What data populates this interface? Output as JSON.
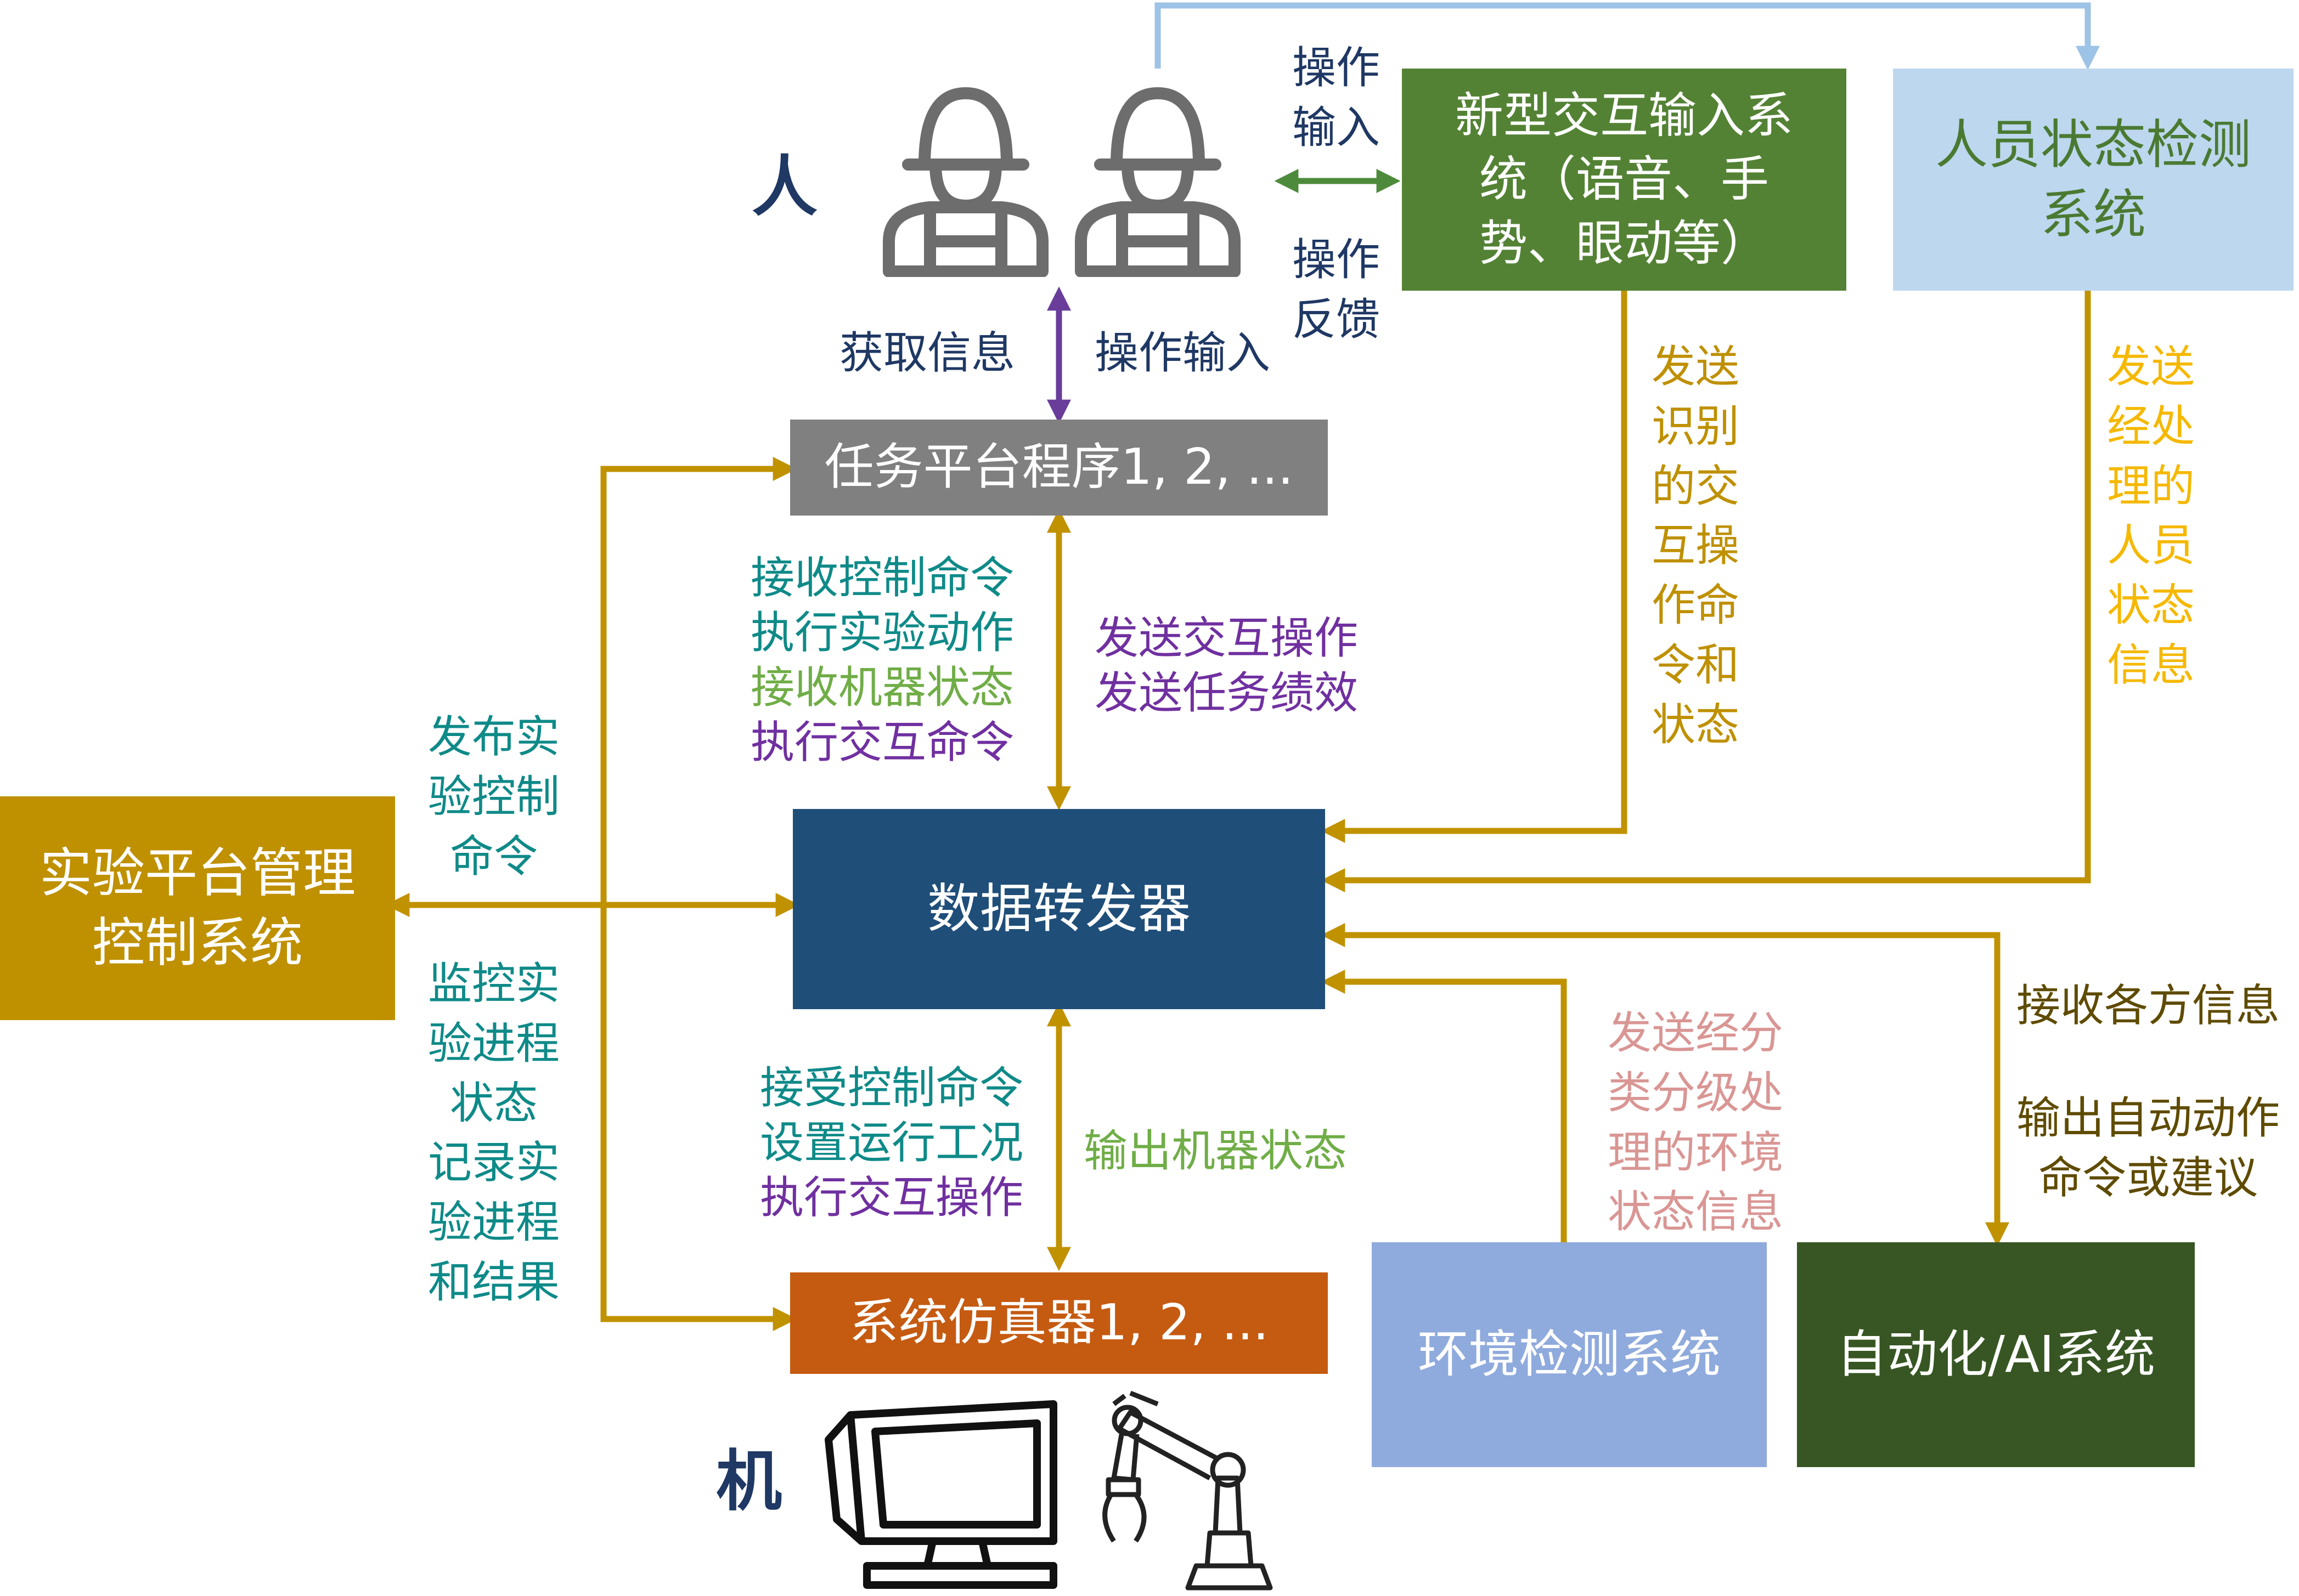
{
  "colors": {
    "arrow_gold": "#c09200",
    "arrow_purple": "#6a3d9a",
    "arrow_green": "#4e8a3b",
    "arrow_blue": "#9dc3e6",
    "task_box": "#808080",
    "forwarder_box": "#1f4e79",
    "simulator_box": "#c55a11",
    "mgmt_box": "#bf9000",
    "interaction_box": "#548235",
    "person_state_box": "#bdd7ee",
    "env_box": "#8faadc",
    "ai_box": "#375623"
  },
  "icons": [
    "operator-icon",
    "operator-icon",
    "monitor-icon",
    "robot-arm-icon"
  ],
  "labels": {
    "human": "人",
    "machine": "机"
  },
  "nodes": {
    "task_platform": "任务平台程序1, 2, ...",
    "data_forwarder": "数据转发器",
    "simulator": "系统仿真器1, 2, ...",
    "management": "实验平台管理\n控制系统",
    "interaction_input": "新型交互输入系\n统（语音、手\n势、眼动等）",
    "person_state": "人员状态检测\n系统",
    "env_detect": "环境检测系统",
    "automation_ai": "自动化/AI系统"
  },
  "edge_labels": {
    "op_input_top": "操作\n输入",
    "op_feedback": "操作\n反馈",
    "get_info": "获取信息",
    "op_input": "操作输入",
    "recv_control_cmd": "接收控制命令",
    "exec_exp_action": "执行实验动作",
    "recv_machine_state": "接收机器状态",
    "exec_interaction_cmd": "执行交互命令",
    "send_interaction_op": "发送交互操作",
    "send_task_perf": "发送任务绩效",
    "publish_control": "发布实\n验控制\n命令",
    "monitor_record": "监控实\n验进程\n状态\n记录实\n验进程\n和结果",
    "accept_control_cmd": "接受控制命令",
    "set_conditions": "设置运行工况",
    "exec_interaction_op": "执行交互操作",
    "output_machine_state": "输出机器状态",
    "send_recognized": "发送\n识别\n的交\n互操\n作命\n令和\n状态",
    "send_person_state": "发送\n经处\n理的\n人员\n状态\n信息",
    "send_env_state": "发送经分\n类分级处\n理的环境\n状态信息",
    "recv_all_info": "接收各方信息",
    "output_auto_cmd": "输出自动动作\n命令或建议"
  }
}
